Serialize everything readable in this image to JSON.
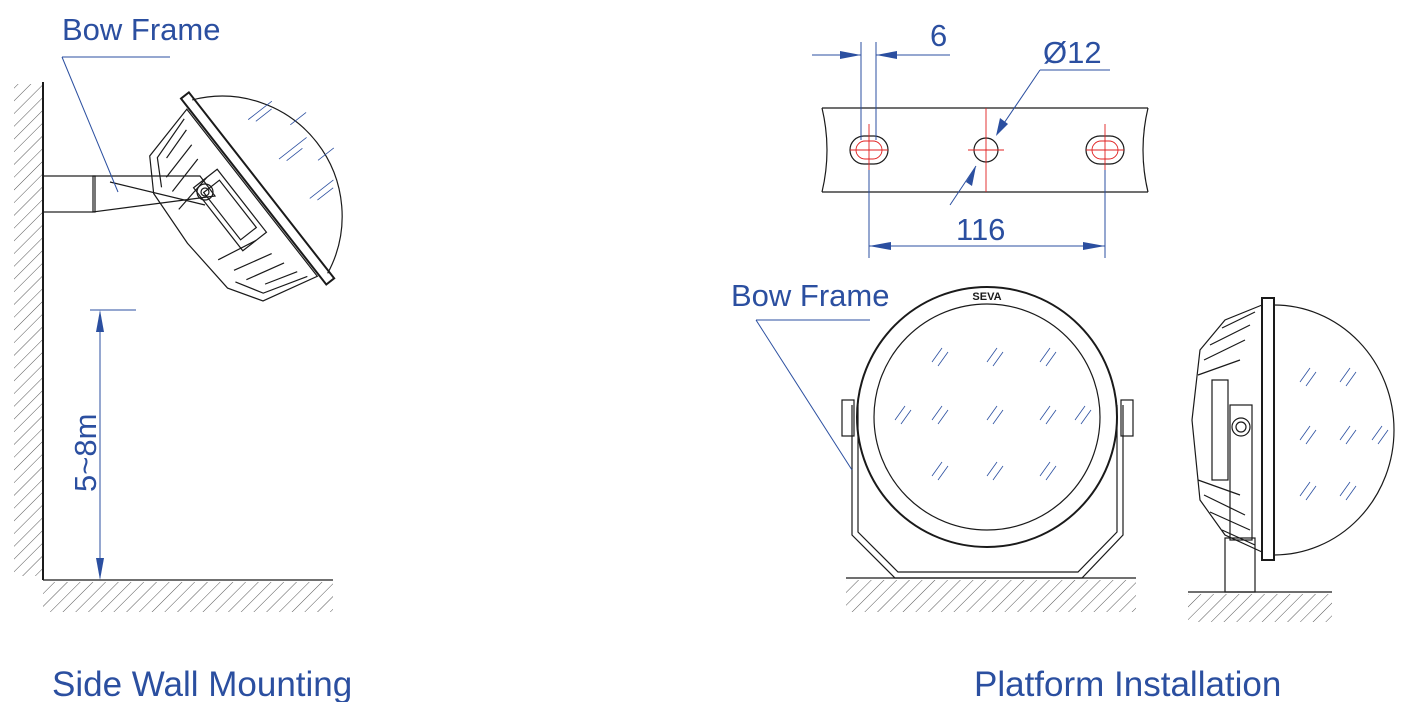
{
  "labels": {
    "bow_frame_left": "Bow Frame",
    "bow_frame_right": "Bow Frame",
    "height_range": "5~8m",
    "slot_width": "6",
    "hole_diameter": "Ø12",
    "slot_spacing": "116",
    "brand_mark": "SEVA"
  },
  "captions": {
    "left": "Side Wall Mounting",
    "right": "Platform Installation"
  },
  "colors": {
    "annotation": "#2b4fa0",
    "linework": "#1a1a1a",
    "centerline": "#e02020"
  }
}
